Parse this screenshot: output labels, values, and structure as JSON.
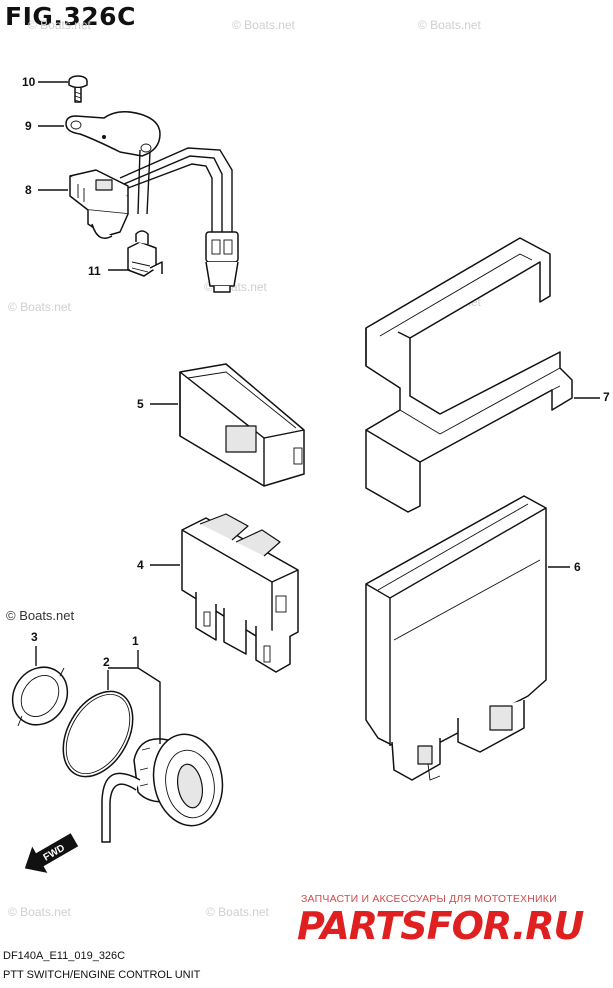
{
  "figure": {
    "title": "FIG.326C",
    "code": "DF140A_E11_019_326C",
    "caption": "PTT SWITCH/ENGINE CONTROL UNIT"
  },
  "callouts": [
    "10",
    "9",
    "8",
    "11",
    "5",
    "7",
    "4",
    "6",
    "3",
    "2",
    "1"
  ],
  "direction_arrow": {
    "label": "FWD",
    "icon": "fwd-arrow-icon"
  },
  "watermark_text": "© Boats.net",
  "brand": {
    "tagline": "ЗАПЧАСТИ И АКСЕССУАРЫ ДЛЯ МОТОТЕХНИКИ",
    "logo_text": "PARTSFOR.RU",
    "logo_color": "#e02020"
  }
}
